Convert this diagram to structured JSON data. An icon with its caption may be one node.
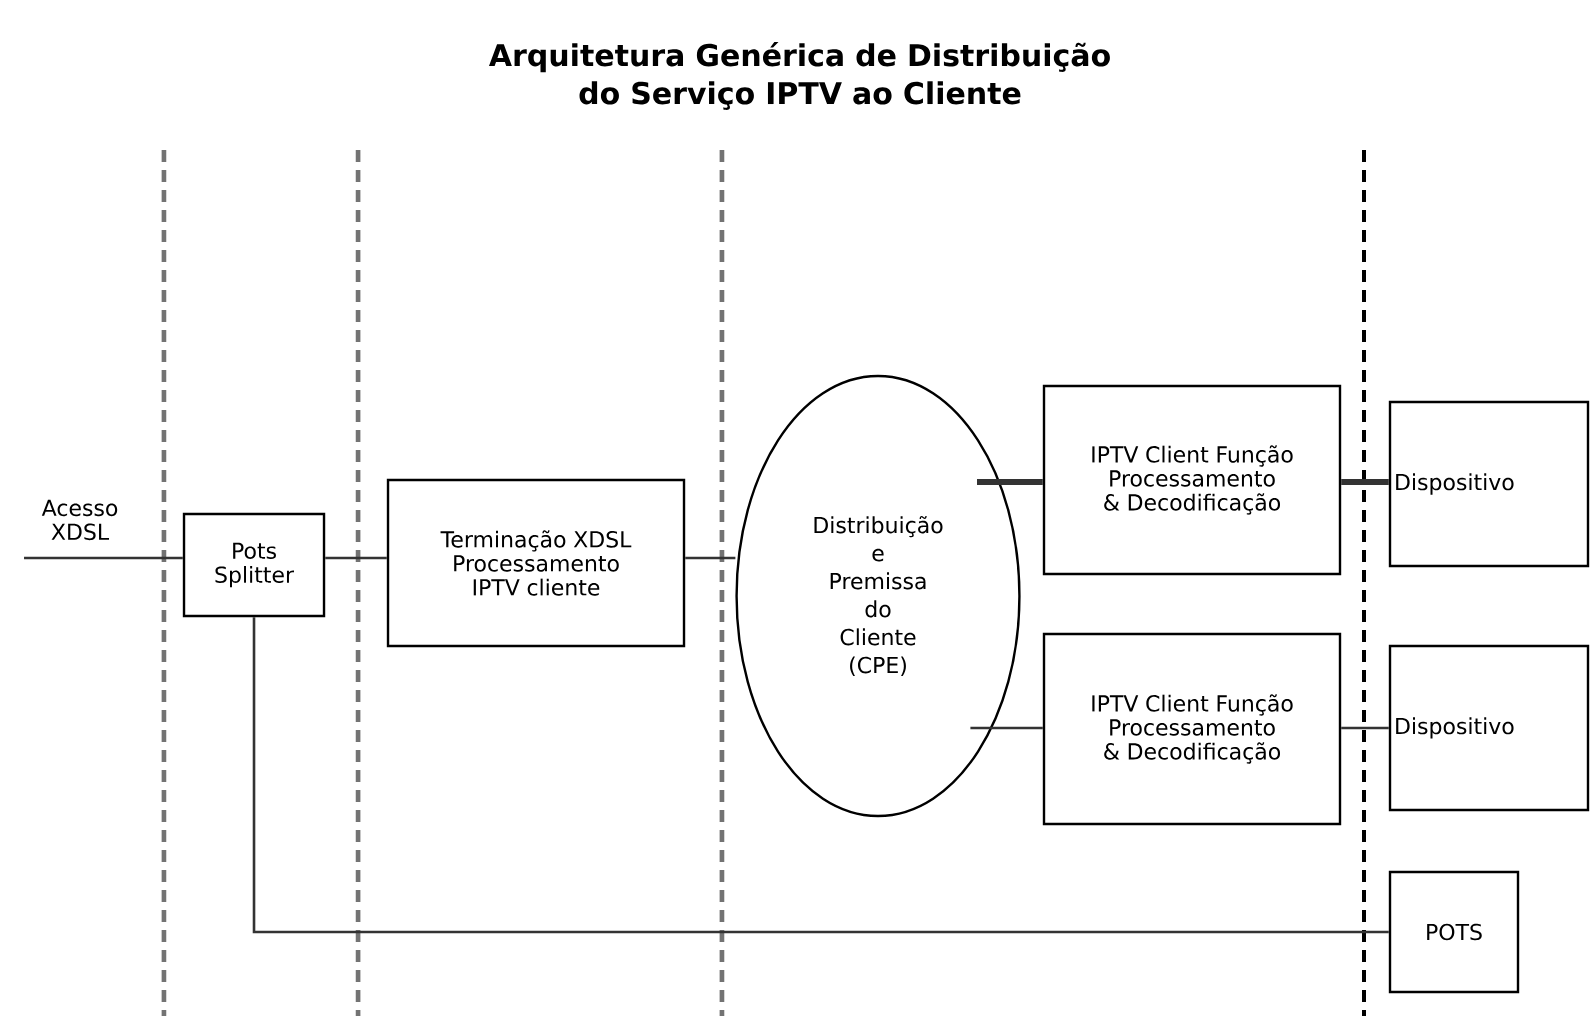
{
  "diagram": {
    "title": "Arquitetura Genérica de Distribuição do Serviço IPTV ao Cliente",
    "nodes": [
      {
        "text": [
          "Pots Splitter"
        ]
      },
      {
        "text": [
          "Terminação XDSL Processamento IPTV cliente"
        ]
      },
      {
        "text": [
          "Distribuição e Premissa do Cliente (CPE)"
        ]
      },
      {
        "text": [
          "IPTV Client Função Processamento & Decodificação"
        ]
      },
      {
        "text": [
          "IPTV Client Função Processamento & Decodificação"
        ]
      },
      {
        "text": [
          "Dispositivo"
        ]
      },
      {
        "text": [
          "Dispositivo"
        ]
      },
      {
        "text": [
          "POTS"
        ]
      }
    ],
    "edges": [
      {
        "from": null,
        "to": 0,
        "arrow": "none",
        "label": "Acesso XDSL"
      },
      {
        "from": 0,
        "to": 1,
        "arrow": "none"
      },
      {
        "from": 1,
        "to": 2,
        "arrow": "none"
      },
      {
        "from": 2,
        "to": 3,
        "arrow": "none",
        "style": "thick"
      },
      {
        "from": 2,
        "to": 4,
        "arrow": "none"
      },
      {
        "from": 3,
        "to": 5,
        "arrow": "none",
        "style": "thick"
      },
      {
        "from": 4,
        "to": 6,
        "arrow": "none"
      },
      {
        "from": 0,
        "to": 7,
        "arrow": "none"
      }
    ]
  }
}
